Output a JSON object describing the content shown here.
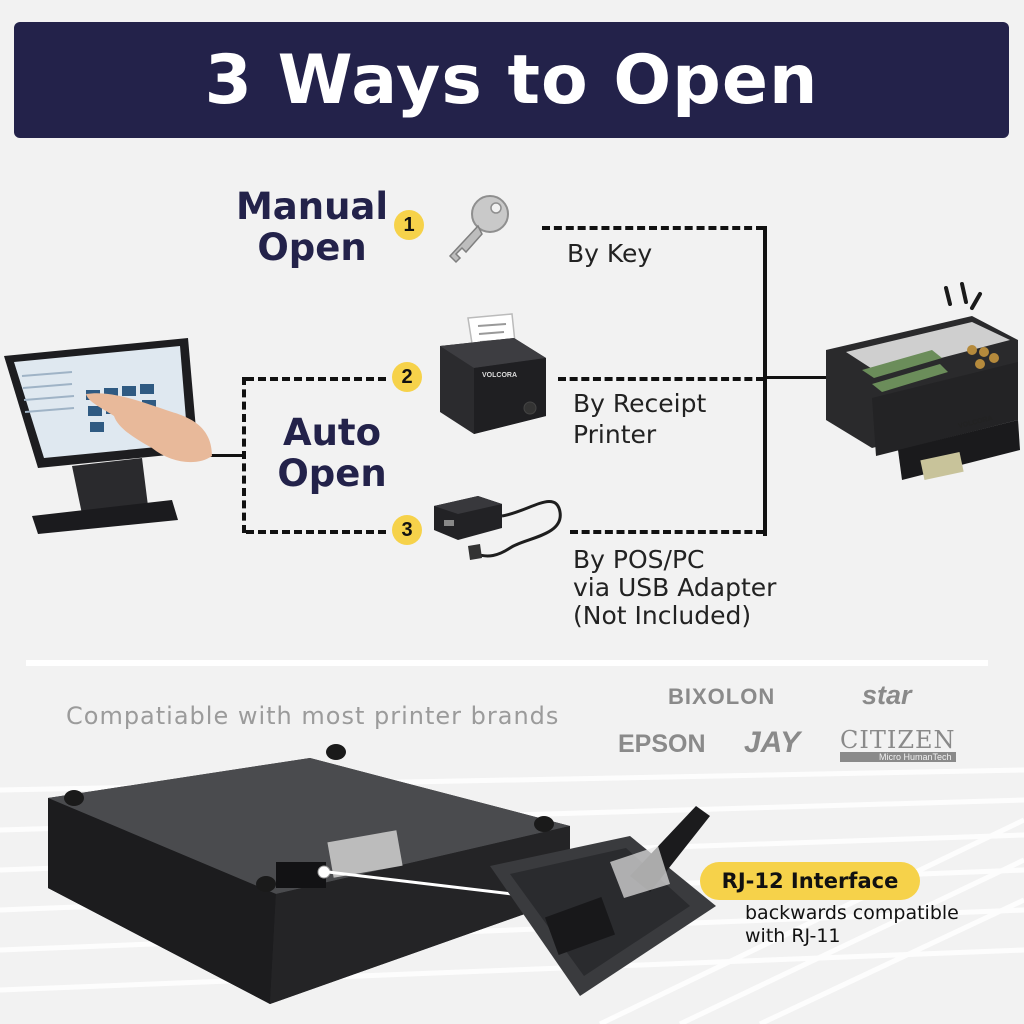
{
  "title": "3 Ways to Open",
  "manual": {
    "heading_line1": "Manual",
    "heading_line2": "Open"
  },
  "auto": {
    "heading_line1": "Auto",
    "heading_line2": "Open"
  },
  "methods": [
    {
      "number": "1",
      "lines": [
        "By Key"
      ]
    },
    {
      "number": "2",
      "lines": [
        "By Receipt",
        "Printer"
      ]
    },
    {
      "number": "3",
      "lines": [
        "By POS/PC",
        "via USB Adapter",
        "(Not Included)"
      ]
    }
  ],
  "compatibility": {
    "text": "Compatiable with most printer brands",
    "brands": [
      "BIXOLON",
      "star",
      "EPSON",
      "JAY",
      "CITIZEN",
      "Micro HumanTech"
    ]
  },
  "printer_brand_label": "VOLCORA",
  "drawer_brand_label": "VOLCORA",
  "interface": {
    "label": "RJ-12 Interface",
    "sub_line1": "backwards compatible",
    "sub_line2": "with RJ-11"
  },
  "colors": {
    "navy": "#23224a",
    "accent_yellow": "#f6d24a",
    "drawer_black": "#2a2a2c"
  }
}
